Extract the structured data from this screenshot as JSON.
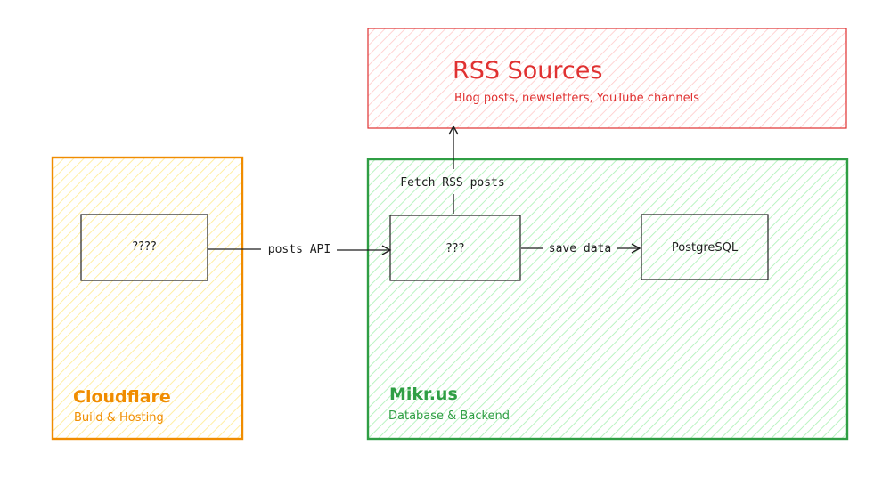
{
  "colors": {
    "rss": "#e03131",
    "rss_fill": "#ffc9c9",
    "cloudflare": "#f08c00",
    "cloudflare_fill": "#ffec99",
    "mikrus": "#2f9e44",
    "mikrus_fill": "#b2f2bb",
    "stroke": "#1e1e1e"
  },
  "rss_sources": {
    "title": "RSS Sources",
    "subtitle": "Blog posts, newsletters, YouTube channels"
  },
  "cloudflare": {
    "title": "Cloudflare",
    "subtitle": "Build & Hosting",
    "box_label": "????"
  },
  "mikrus": {
    "title": "Mikr.us",
    "subtitle": "Database & Backend",
    "backend_label": "???",
    "database_label": "PostgreSQL"
  },
  "edges": {
    "fetch": "Fetch RSS posts",
    "posts_api": "posts API",
    "save_data": "save data"
  }
}
